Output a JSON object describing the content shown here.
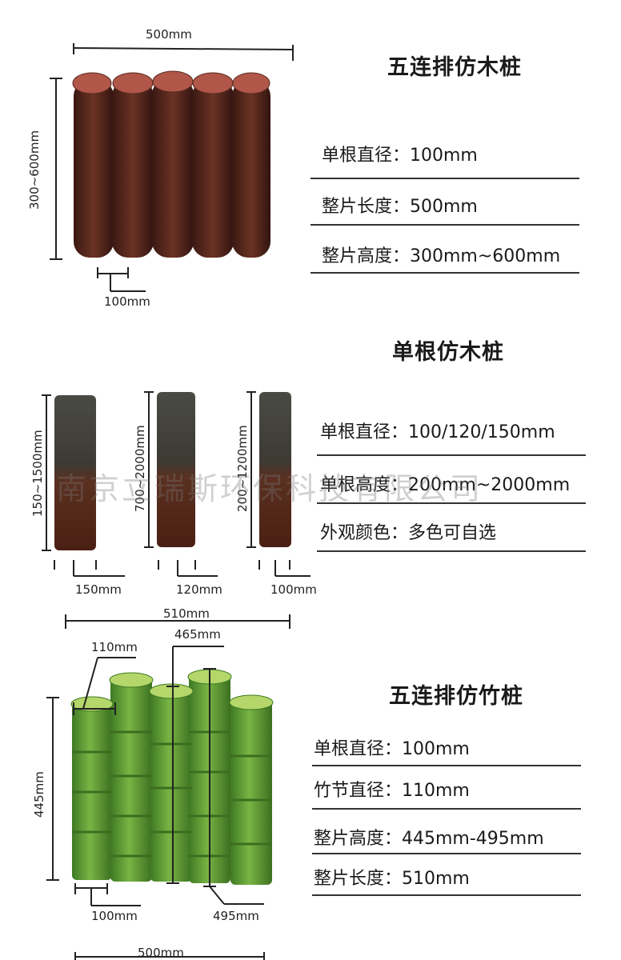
{
  "section1": {
    "title": "五连排仿木桩",
    "specs": [
      "单根直径：100mm",
      "整片长度：500mm",
      "整片高度：300mm~600mm"
    ],
    "dims": {
      "width": "500mm",
      "height": "300~600mm",
      "diameter": "100mm"
    }
  },
  "section2": {
    "title": "单根仿木桩",
    "specs": [
      "单根直径：100/120/150mm",
      "单根高度：200mm~2000mm",
      "外观颜色：多色可自选"
    ],
    "posts": [
      {
        "height": "150~1500mm",
        "diameter": "150mm"
      },
      {
        "height": "700~2000mm",
        "diameter": "120mm"
      },
      {
        "height": "200~1200mm",
        "diameter": "100mm"
      }
    ]
  },
  "section3": {
    "title": "五连排仿竹桩",
    "specs": [
      "单根直径：100mm",
      "竹节直径：110mm",
      "整片高度：445mm-495mm",
      "整片长度：510mm"
    ],
    "dims": {
      "total_width": "510mm",
      "mid_height": "465mm",
      "node": "110mm",
      "height": "445mm",
      "diameter": "100mm",
      "max_height": "495mm",
      "bottom_width": "500mm"
    }
  },
  "watermark": "南京立瑞斯环保科技有限公司",
  "colors": {
    "wood": "#5a2a1e",
    "wood_top": "#b0574a",
    "bamboo": "#6aa53a",
    "bamboo_dark": "#3f7a24"
  }
}
